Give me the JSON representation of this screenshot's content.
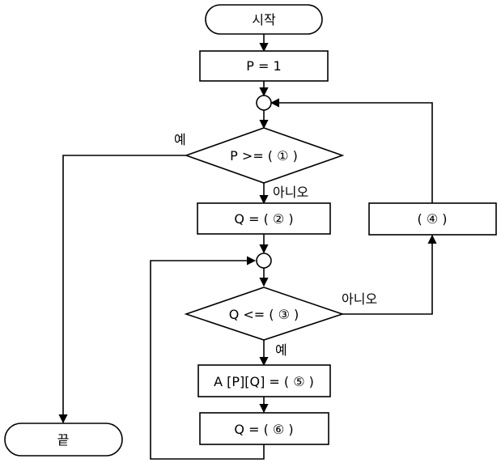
{
  "nodes": {
    "start": "시작",
    "init": "P = 1",
    "cond1": "P >= ( ① )",
    "assign_q": "Q = ( ② )",
    "cond2": "Q <= ( ③ )",
    "assign_a": "A [P][Q] = ( ⑤ )",
    "update_q": "Q = ( ⑥ )",
    "update_p": "( ④ )",
    "end": "끝"
  },
  "edge_labels": {
    "cond1_yes": "예",
    "cond1_no": "아니오",
    "cond2_yes": "예",
    "cond2_no": "아니오"
  }
}
